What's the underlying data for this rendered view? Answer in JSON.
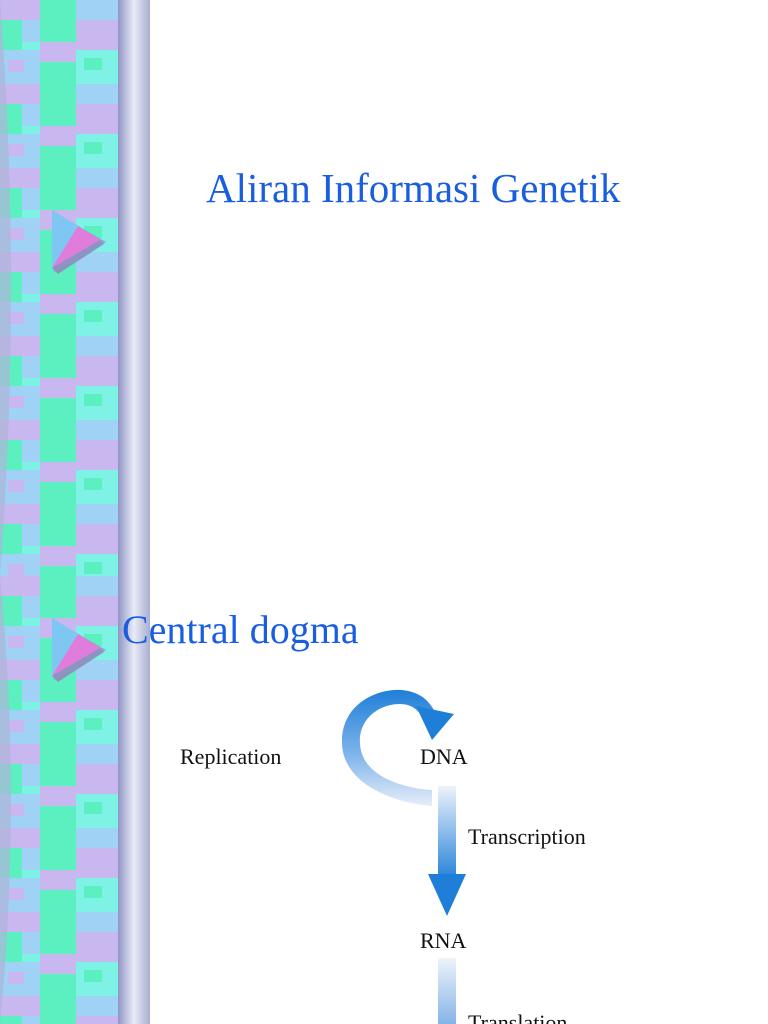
{
  "slides": [
    {
      "title": "Aliran Informasi Genetik"
    },
    {
      "title": "Central dogma",
      "diagram": {
        "labels": {
          "replication": "Replication",
          "dna": "DNA",
          "transcription": "Transcription",
          "rna": "RNA",
          "translation": "Translation"
        }
      }
    }
  ],
  "colors": {
    "title": "#1a5ee0",
    "arrow_dark": "#1f7fd8",
    "arrow_light": "#dfe9f8",
    "sidebar_green": "#5cf0c0",
    "sidebar_aqua": "#7ff2e6",
    "sidebar_lavender": "#c9b8f0",
    "sidebar_band": "#b7bdd9"
  }
}
